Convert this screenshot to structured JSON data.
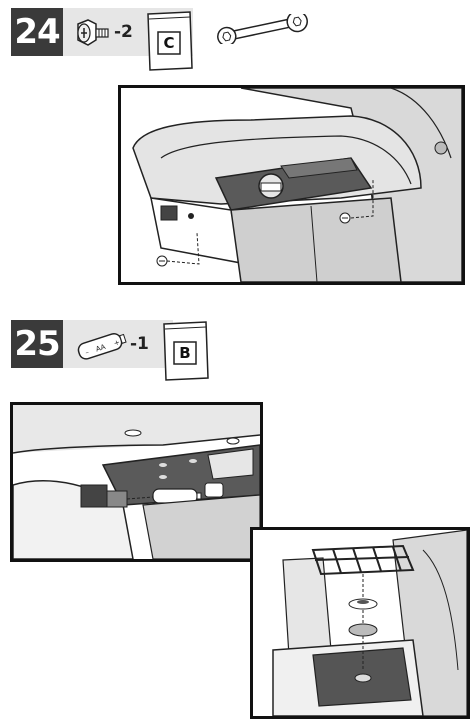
{
  "steps": [
    {
      "number": "24",
      "parts": [
        {
          "icon": "screw-icon",
          "quantity": "-2"
        },
        {
          "icon": "hardware-bag-icon",
          "bag_letter": "C"
        },
        {
          "icon": "wrench-icon"
        }
      ]
    },
    {
      "number": "25",
      "parts": [
        {
          "icon": "battery-icon",
          "battery_label": "AA",
          "quantity": "-1"
        },
        {
          "icon": "hardware-bag-icon",
          "bag_letter": "B"
        }
      ]
    }
  ],
  "colors": {
    "badge": "#3a3a3a",
    "strip": "#e6e6e6",
    "panel_border": "#111111",
    "metal": "#d9d9d9",
    "dark_metal": "#555555"
  }
}
